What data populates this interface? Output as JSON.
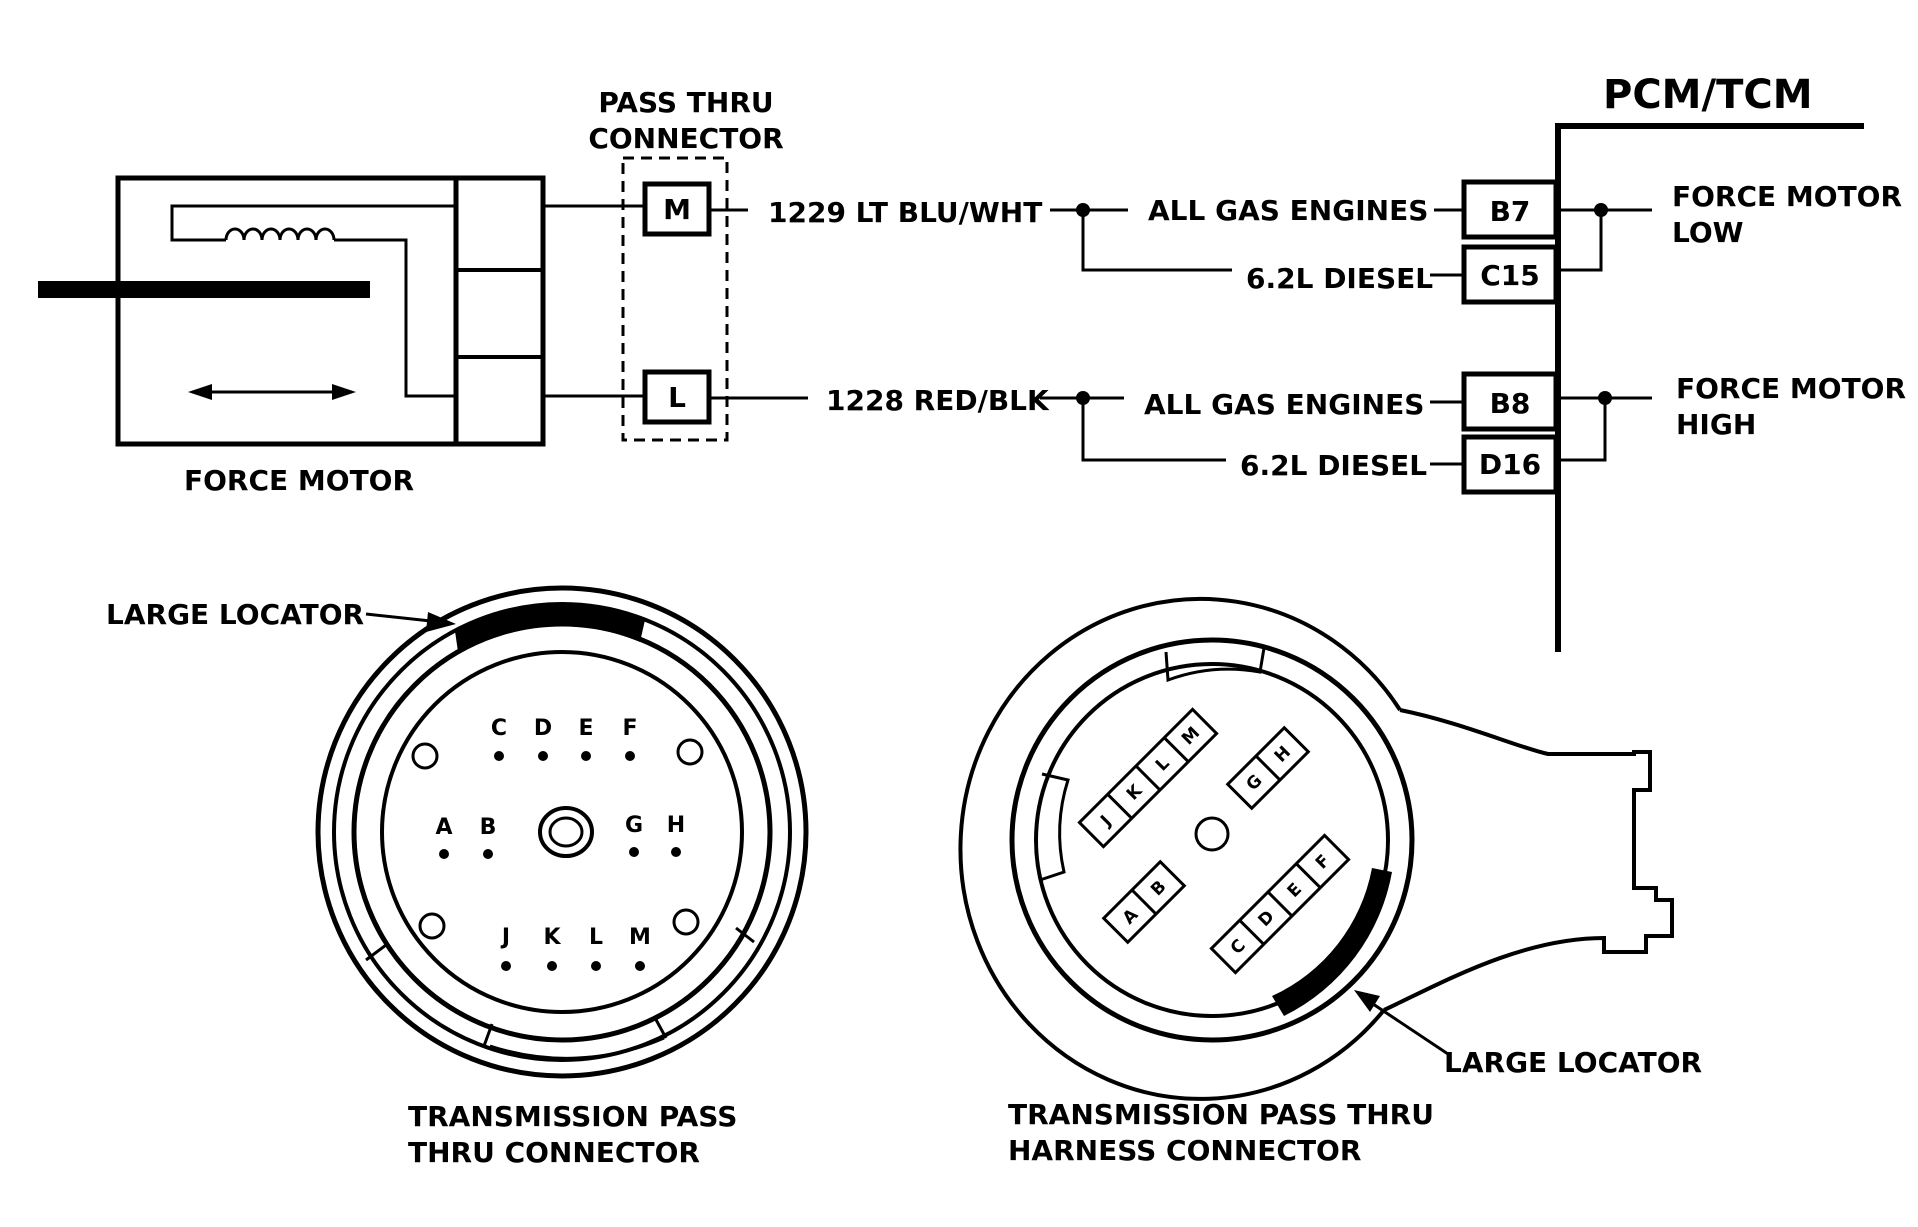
{
  "pcm": {
    "title": "PCM/TCM"
  },
  "pass_thru": {
    "title_line1": "PASS THRU",
    "title_line2": "CONNECTOR",
    "pin_top": "M",
    "pin_bottom": "L"
  },
  "force_motor": {
    "label": "FORCE MOTOR"
  },
  "circuit_top": {
    "wire": "1229 LT BLU/WHT",
    "gas": "ALL GAS ENGINES",
    "diesel": "6.2L DIESEL",
    "pin_gas": "B7",
    "pin_diesel": "C15",
    "func_line1": "FORCE MOTOR",
    "func_line2": "LOW"
  },
  "circuit_bottom": {
    "wire": "1228 RED/BLK",
    "gas": "ALL GAS ENGINES",
    "diesel": "6.2L DIESEL",
    "pin_gas": "B8",
    "pin_diesel": "D16",
    "func_line1": "FORCE MOTOR",
    "func_line2": "HIGH"
  },
  "trans_connector": {
    "locator": "LARGE LOCATOR",
    "caption_line1": "TRANSMISSION PASS",
    "caption_line2": "THRU CONNECTOR",
    "pins": [
      "C",
      "D",
      "E",
      "F",
      "A",
      "B",
      "G",
      "H",
      "J",
      "K",
      "L",
      "M"
    ]
  },
  "harness_connector": {
    "locator": "LARGE LOCATOR",
    "caption_line1": "TRANSMISSION PASS THRU",
    "caption_line2": "HARNESS CONNECTOR",
    "pins": [
      "J",
      "K",
      "L",
      "M",
      "G",
      "H",
      "A",
      "B",
      "C",
      "D",
      "E",
      "F"
    ]
  }
}
